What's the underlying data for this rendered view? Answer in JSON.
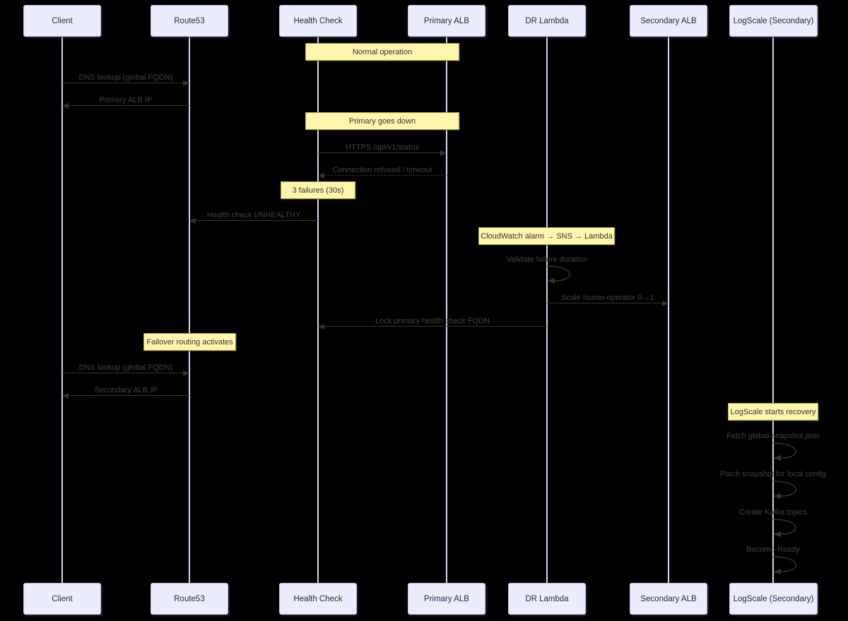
{
  "diagram": {
    "type": "sequence-diagram",
    "actors": [
      "Client",
      "Route53",
      "Health Check",
      "Primary ALB",
      "DR Lambda",
      "Secondary ALB",
      "LogScale (Secondary)"
    ],
    "notes": [
      {
        "text": "Normal operation",
        "over": "Health Check, Primary ALB"
      },
      {
        "text": "Primary goes down",
        "over": "Health Check, Primary ALB"
      },
      {
        "text": "3 failures (30s)",
        "over": "Health Check"
      },
      {
        "text": "CloudWatch alarm → SNS → Lambda",
        "over": "DR Lambda"
      },
      {
        "text": "Failover routing activates",
        "over": "Route53"
      },
      {
        "text": "LogScale starts recovery",
        "over": "LogScale (Secondary)"
      }
    ],
    "messages": [
      {
        "from": "Client",
        "to": "Route53",
        "text": "DNS lookup (global FQDN)",
        "line": "solid"
      },
      {
        "from": "Route53",
        "to": "Client",
        "text": "Primary ALB IP",
        "line": "solid"
      },
      {
        "from": "Health Check",
        "to": "Primary ALB",
        "text": "HTTPS /api/v1/status",
        "line": "solid"
      },
      {
        "from": "Primary ALB",
        "to": "Health Check",
        "text": "Connection refused / timeout",
        "line": "dashed"
      },
      {
        "from": "Health Check",
        "to": "Route53",
        "text": "Health check UNHEALTHY",
        "line": "solid"
      },
      {
        "from": "DR Lambda",
        "to": "DR Lambda",
        "text": "Validate failure duration",
        "line": "self"
      },
      {
        "from": "DR Lambda",
        "to": "Secondary ALB",
        "text": "Scale humio-operator 0→1",
        "line": "solid"
      },
      {
        "from": "DR Lambda",
        "to": "Health Check",
        "text": "Lock primary health check FQDN",
        "line": "solid"
      },
      {
        "from": "Client",
        "to": "Route53",
        "text": "DNS lookup (global FQDN)",
        "line": "solid"
      },
      {
        "from": "Route53",
        "to": "Client",
        "text": "Secondary ALB IP",
        "line": "solid"
      },
      {
        "from": "LogScale (Secondary)",
        "to": "LogScale (Secondary)",
        "text": "Fetch global-snapshot.json",
        "line": "self"
      },
      {
        "from": "LogScale (Secondary)",
        "to": "LogScale (Secondary)",
        "text": "Patch snapshot for local config",
        "line": "self"
      },
      {
        "from": "LogScale (Secondary)",
        "to": "LogScale (Secondary)",
        "text": "Create Kafka topics",
        "line": "self"
      },
      {
        "from": "LogScale (Secondary)",
        "to": "LogScale (Secondary)",
        "text": "Become Ready",
        "line": "self"
      }
    ],
    "colors": {
      "background": "#000000",
      "actor_fill": "#ececff",
      "actor_border": "#bfbfdf",
      "lifeline": "#d9d5f2",
      "note_fill": "#fff5ad",
      "note_border": "#aaaa33",
      "message_line": "#333333",
      "message_text": "#404040"
    }
  }
}
